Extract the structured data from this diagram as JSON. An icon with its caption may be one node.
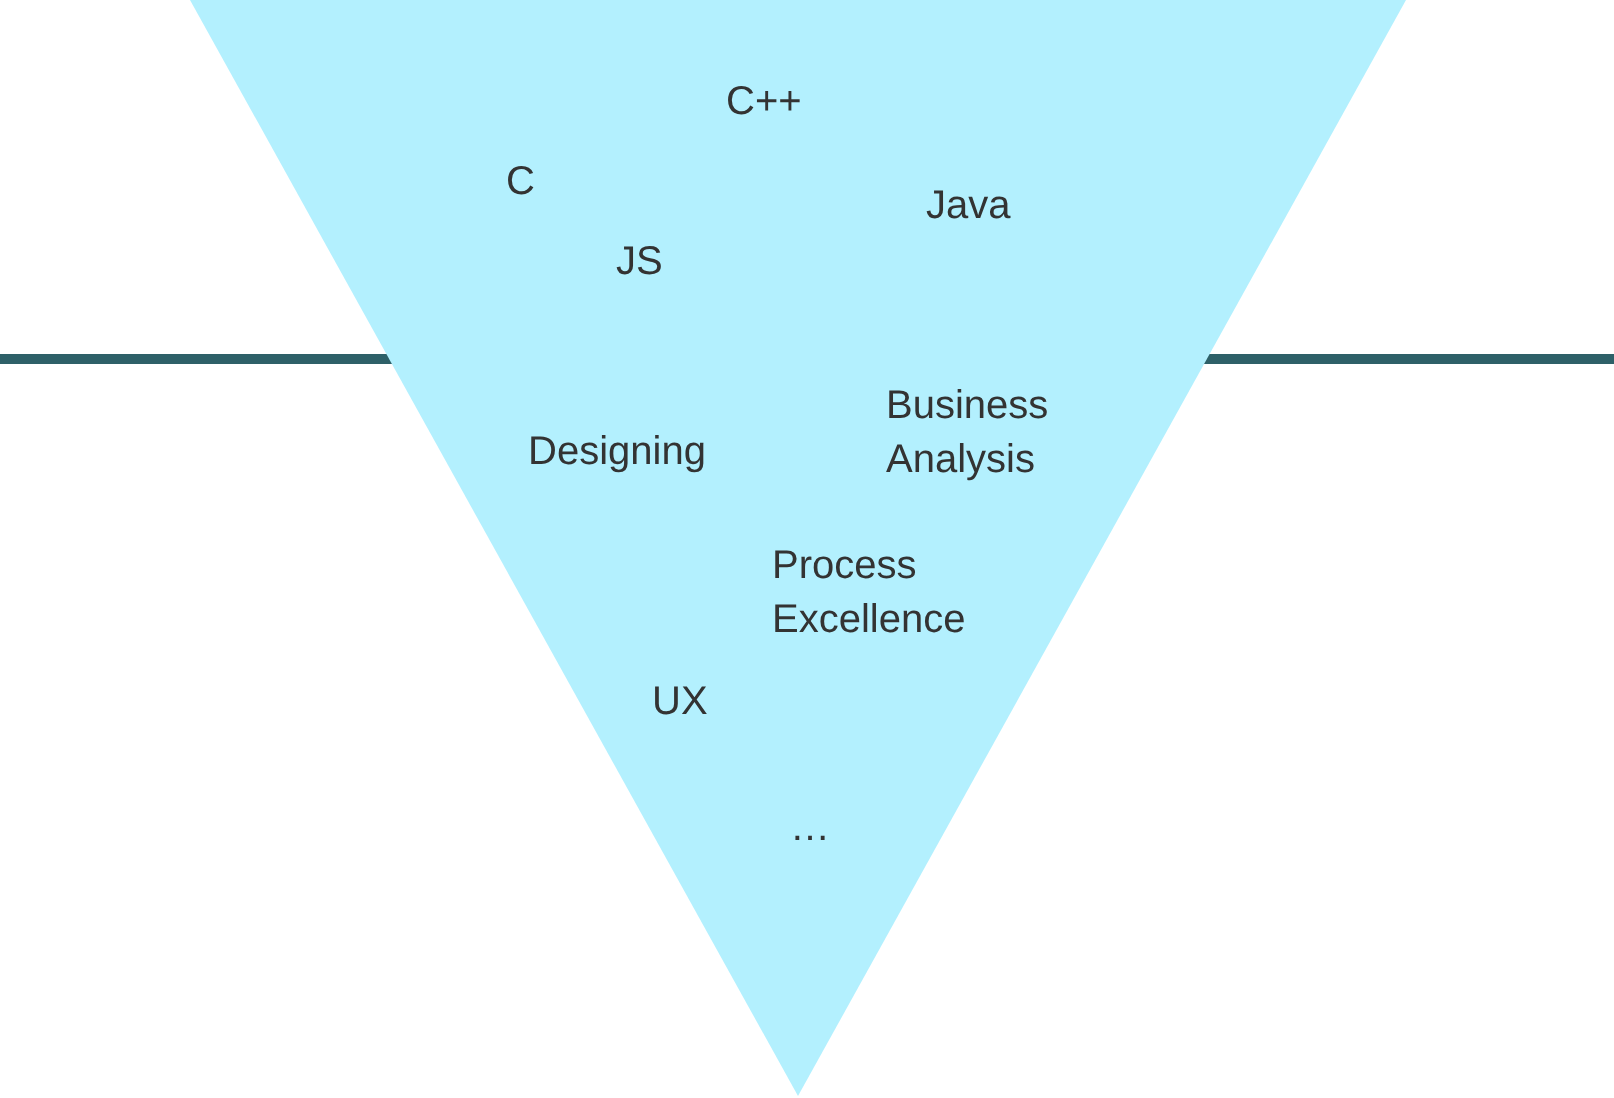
{
  "diagram": {
    "nodes": [
      {
        "text": [
          "C++",
          "C",
          "Java",
          "JS",
          "Designing",
          "Business Analysis",
          "Process Excellence",
          "UX",
          "…"
        ]
      }
    ]
  }
}
